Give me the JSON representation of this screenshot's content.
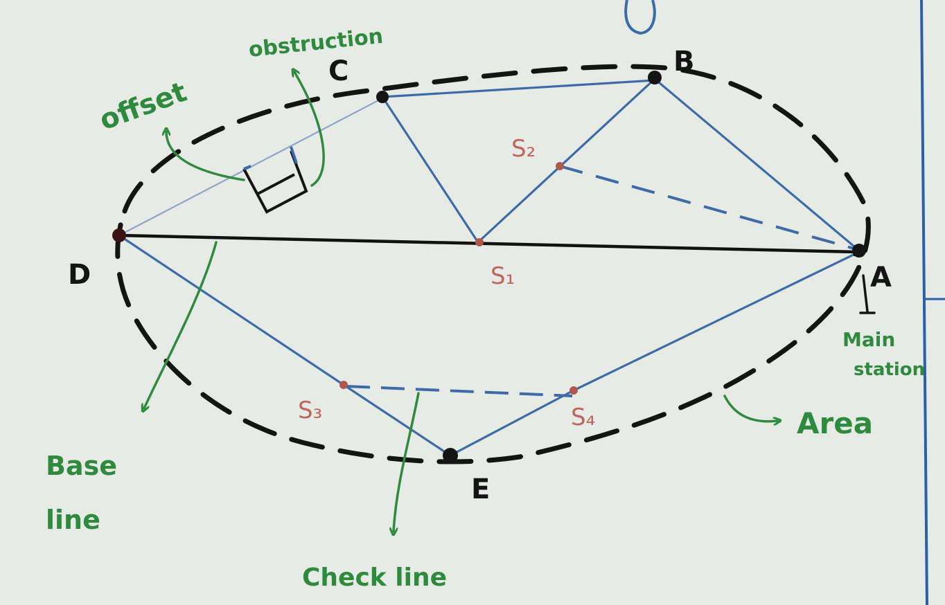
{
  "stations": {
    "A": "A",
    "B": "B",
    "C": "C",
    "D": "D",
    "E": "E",
    "S1": "S₁",
    "S2": "S₂",
    "S3": "S₃",
    "S4": "S₄"
  },
  "annotations": {
    "obstruction": "obstruction",
    "offset": "offset",
    "base_line_1": "Base",
    "base_line_2": "line",
    "check_line": "Check line",
    "main_station_1": "Main",
    "main_station_2": "station",
    "area": "Area"
  },
  "colors": {
    "survey_line": "#3d6aa8",
    "base_line": "#121212",
    "boundary": "#141414",
    "annotation": "#2f8a3e",
    "subsidiary_station": "#c0655c",
    "paper": "#e6ebe6",
    "margin_rule": "#2d5fa8"
  }
}
